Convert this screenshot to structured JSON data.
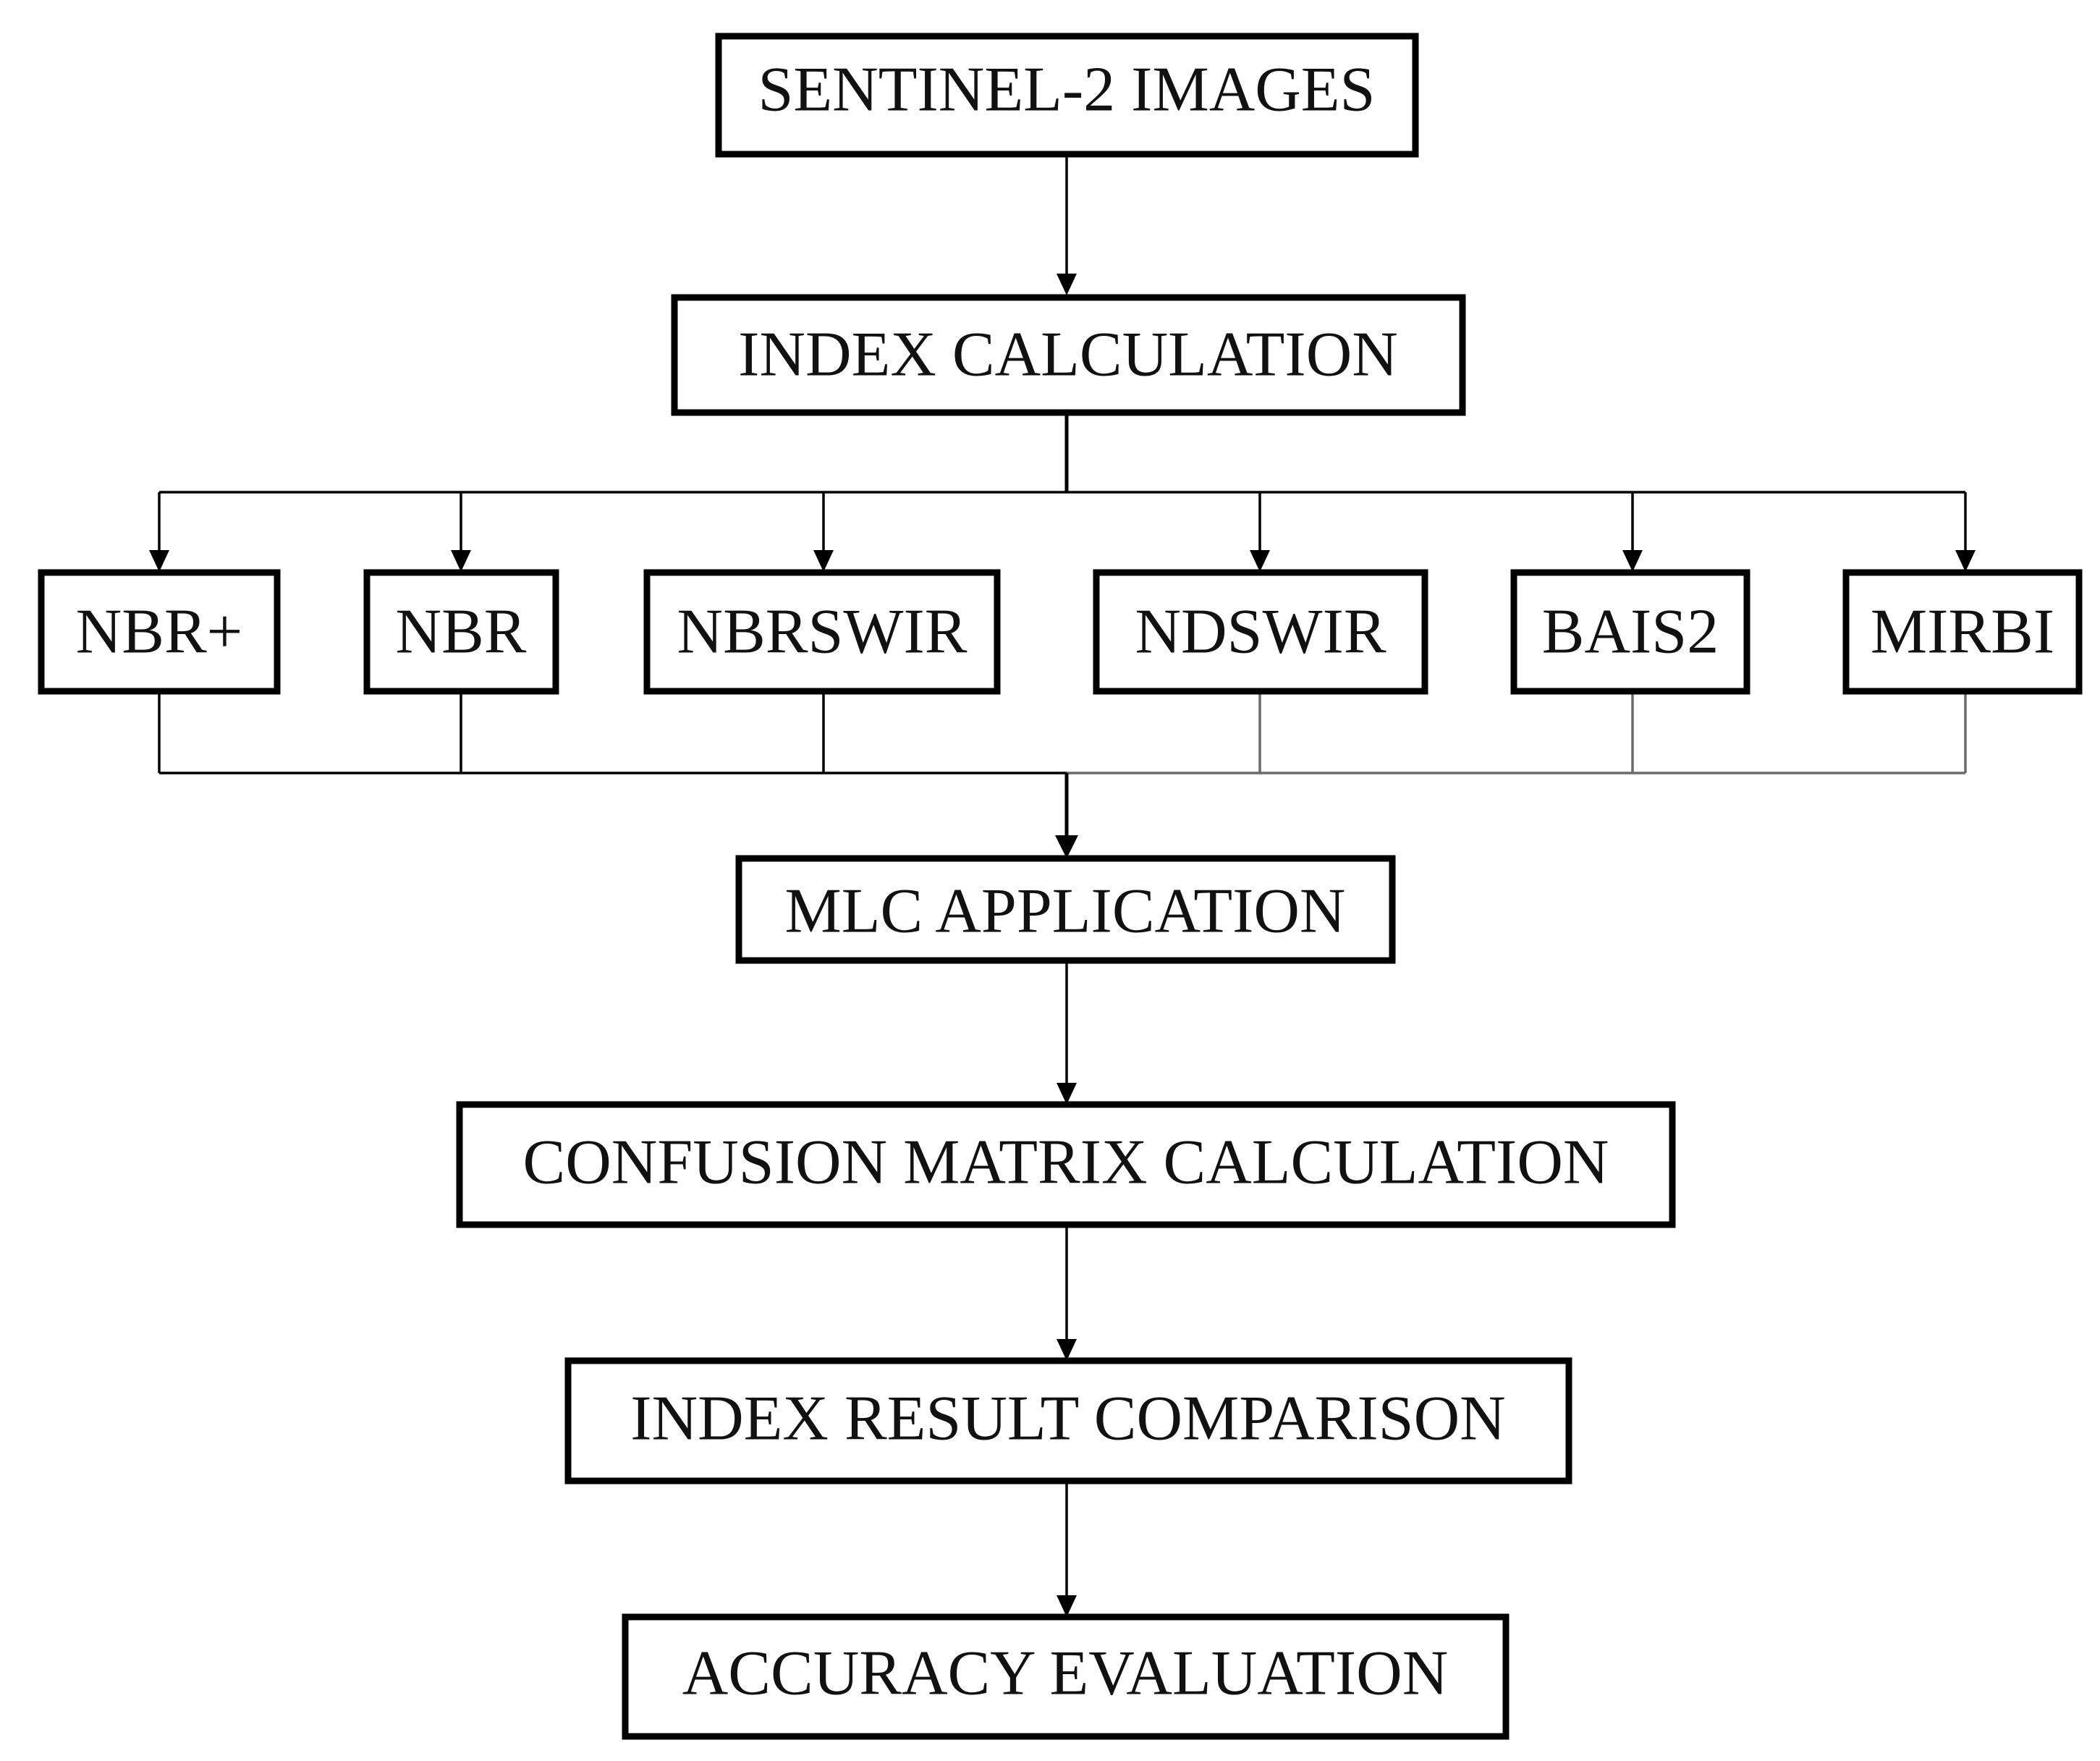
{
  "nodes": {
    "sentinel": "SENTINEL-2 IMAGES",
    "index_calc": "INDEX CALCULATION",
    "indices": [
      "NBR+",
      "NBR",
      "NBRSWIR",
      "NDSWIR",
      "BAIS2",
      "MIRBI"
    ],
    "mlc": "MLC APPLICATION",
    "confusion": "CONFUSION MATRIX CALCULATION",
    "comparison": "INDEX RESULT COMPARISON",
    "accuracy": "ACCURACY EVALUATION"
  }
}
